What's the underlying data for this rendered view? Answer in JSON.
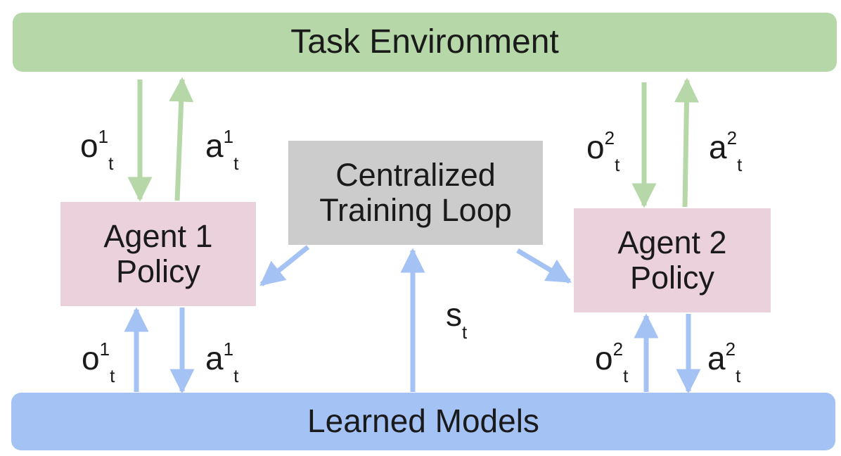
{
  "boxes": {
    "task_environment": "Task Environment",
    "learned_models": "Learned Models",
    "agent1": [
      "Agent 1",
      "Policy"
    ],
    "agent2": [
      "Agent 2",
      "Policy"
    ],
    "central": [
      "Centralized",
      "Training Loop"
    ]
  },
  "labels": {
    "o1_top": {
      "base": "o",
      "sup": "1",
      "sub": "t"
    },
    "a1_top": {
      "base": "a",
      "sup": "1",
      "sub": "t"
    },
    "o2_top": {
      "base": "o",
      "sup": "2",
      "sub": "t"
    },
    "a2_top": {
      "base": "a",
      "sup": "2",
      "sub": "t"
    },
    "o1_bottom": {
      "base": "o",
      "sup": "1",
      "sub": "t"
    },
    "a1_bottom": {
      "base": "a",
      "sup": "1",
      "sub": "t"
    },
    "o2_bottom": {
      "base": "o",
      "sup": "2",
      "sub": "t"
    },
    "a2_bottom": {
      "base": "a",
      "sup": "2",
      "sub": "t"
    },
    "s": {
      "base": "s",
      "sub": "t"
    }
  },
  "colors": {
    "environment": "#b6d7a8",
    "models": "#a4c2f4",
    "agent": "#ead1dc",
    "central": "#cccccc",
    "green_arrow": "#b6d7a8",
    "blue_arrow": "#a4c2f4"
  }
}
